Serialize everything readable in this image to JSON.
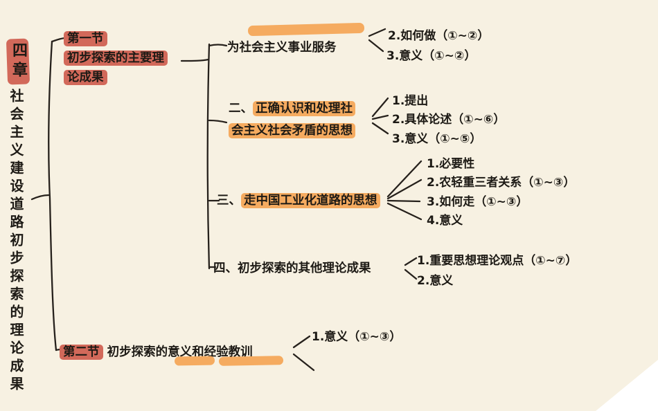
{
  "colors": {
    "background": "#f7f1e2",
    "highlight_red": "#d2695a",
    "highlight_orange": "#f5ab60",
    "ink": "#1d1a15"
  },
  "chapter": {
    "number": "四章",
    "title": "社会主义建设道路初步探索的理论成果"
  },
  "section1": {
    "label": "第一节",
    "title": "初步探索的主要理论成果",
    "branches": [
      {
        "prefix": "",
        "title": "为社会主义事业服务",
        "items": [
          "2.如何做（①~②）",
          "3.意义（①~②）"
        ]
      },
      {
        "prefix": "二、",
        "title": "正确认识和处理社会主义社会矛盾的思想",
        "items": [
          "1.提出",
          "2.具体论述（①~⑥）",
          "3.意义（①~⑤）"
        ]
      },
      {
        "prefix": "三、",
        "title": "走中国工业化道路的思想",
        "items": [
          "1.必要性",
          "2.农轻重三者关系（①~③）",
          "3.如何走（①~③）",
          "4.意义"
        ]
      },
      {
        "prefix": "四、",
        "title": "初步探索的其他理论成果",
        "items": [
          "1.重要思想理论观点（①~⑦）",
          "2.意义"
        ]
      }
    ]
  },
  "section2": {
    "label": "第二节",
    "title": "初步探索的意义和经验教训",
    "items": [
      "1.意义（①~③）"
    ]
  }
}
